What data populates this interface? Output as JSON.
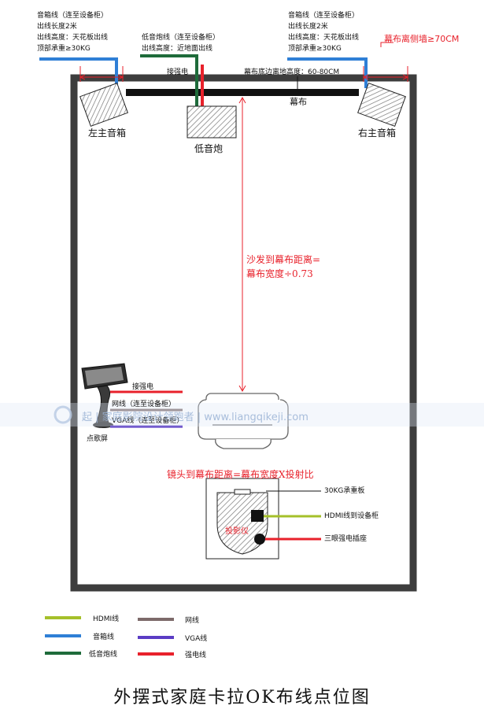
{
  "title": "外摆式家庭卡拉OK布线点位图",
  "left_speaker_notes": [
    "音箱线（连至设备柜）",
    "出线长度2米",
    "出线高度：天花板出线",
    "顶部承重≥30KG"
  ],
  "right_speaker_notes": [
    "音箱线（连至设备柜）",
    "出线长度2米",
    "出线高度：天花板出线",
    "顶部承重≥30KG"
  ],
  "sub_notes": [
    "低音炮线（连至设备柜）",
    "出线高度：近地面出线"
  ],
  "screen_wall_distance": "幕布离侧墙≥70CM",
  "power_top": "接强电",
  "screen_height_note": "幕布底边离地高度：60-80CM",
  "screen_label": "幕布",
  "left_speaker_label": "左主音箱",
  "right_speaker_label": "右主音箱",
  "sub_label": "低音炮",
  "sofa_distance_line1": "沙发到幕布距离=",
  "sofa_distance_line2": "幕布宽度÷0.73",
  "ktv_power": "接强电",
  "ktv_network": "网线（连至设备柜）",
  "ktv_vga": "VGA线（连至设备柜）",
  "ktv_label": "点歌屏",
  "watermark": "起 | 家庭影院设计领跑者 | www.liangqikeji.com",
  "lens_distance": "镜头到幕布距离=幕布宽度X投射比",
  "projector_label": "投影仪",
  "projector_notes": [
    "30KG承重板",
    "HDMI线到设备柜",
    "三眼强电插座"
  ],
  "legend": [
    {
      "label": "HDMI线",
      "color": "#a5c02a"
    },
    {
      "label": "网线",
      "color": "#7d6a6a"
    },
    {
      "label": "音箱线",
      "color": "#2f7fd6"
    },
    {
      "label": "VGA线",
      "color": "#5b3cc4"
    },
    {
      "label": "低音炮线",
      "color": "#1e6b3a"
    },
    {
      "label": "强电线",
      "color": "#e8212b"
    }
  ]
}
